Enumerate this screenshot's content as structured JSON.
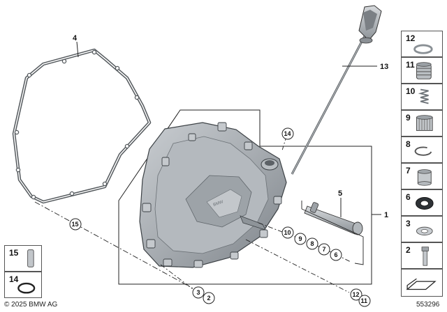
{
  "callouts": {
    "c1": "1",
    "c4": "4",
    "c5": "5",
    "c13": "13"
  },
  "circled": {
    "n15": "15",
    "n14": "14",
    "n3": "3",
    "n2": "2",
    "n10": "10",
    "n9": "9",
    "n8": "8",
    "n7": "7",
    "n6": "6",
    "n12": "12",
    "n11": "11"
  },
  "legend_right": [
    {
      "num": "12",
      "icon": "washer-ring"
    },
    {
      "num": "11",
      "icon": "threaded-plug"
    },
    {
      "num": "10",
      "icon": "coil-spring"
    },
    {
      "num": "9",
      "icon": "needle-bearing"
    },
    {
      "num": "8",
      "icon": "circlip"
    },
    {
      "num": "7",
      "icon": "bushing"
    },
    {
      "num": "6",
      "icon": "shaft-seal"
    },
    {
      "num": "3",
      "icon": "flat-washer"
    },
    {
      "num": "2",
      "icon": "hex-bolt"
    }
  ],
  "legend_left": [
    {
      "num": "15",
      "icon": "dowel-pin"
    },
    {
      "num": "14",
      "icon": "o-ring"
    }
  ],
  "footer": {
    "copyright": "© 2025 BMW AG",
    "diagram_id": "553296"
  },
  "colors": {
    "cover": "#a9aeb3",
    "cover_dark": "#7e848a",
    "gasket": "#555a5e",
    "line": "#222222"
  }
}
